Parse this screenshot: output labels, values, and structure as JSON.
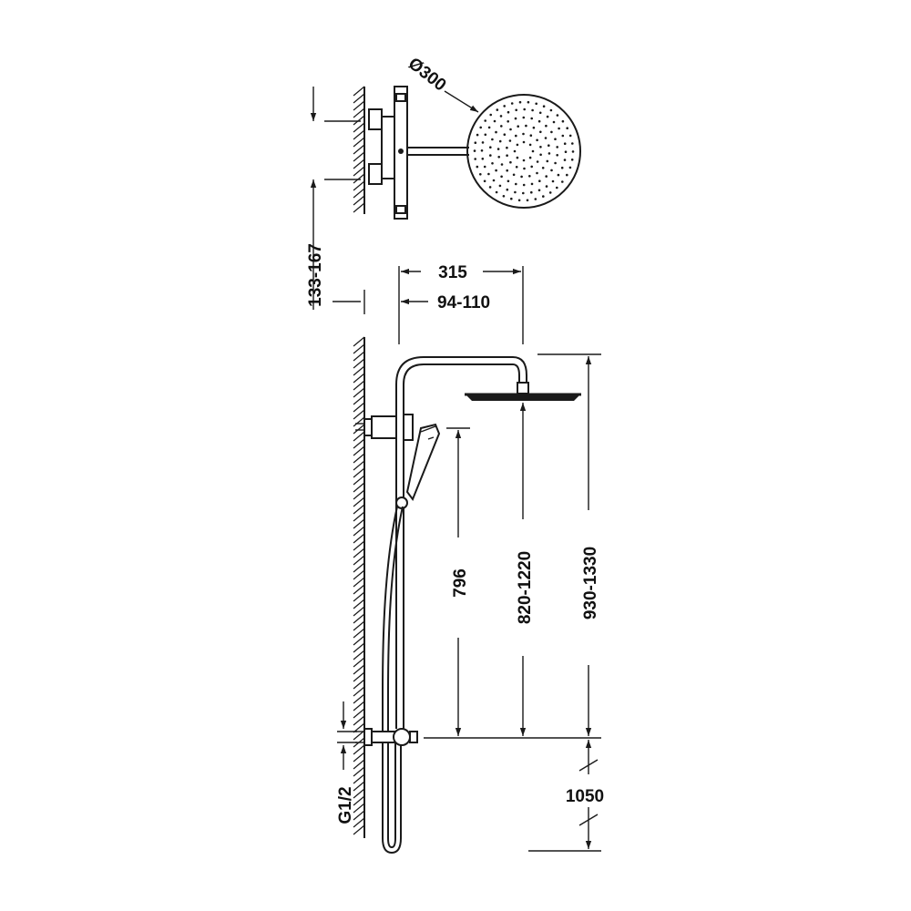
{
  "diagram": {
    "head_diameter": "Ø300",
    "dimensions": {
      "outlet_spacing": "133-167",
      "arm_reach": "315",
      "arm_projection": "94-110",
      "handshower_height": "796",
      "head_height": "820-1220",
      "overall_height": "930-1330",
      "floor_to_mixer": "1050",
      "connection": "G1/2"
    },
    "colors": {
      "line": "#1a1a1a",
      "background": "#ffffff"
    }
  }
}
